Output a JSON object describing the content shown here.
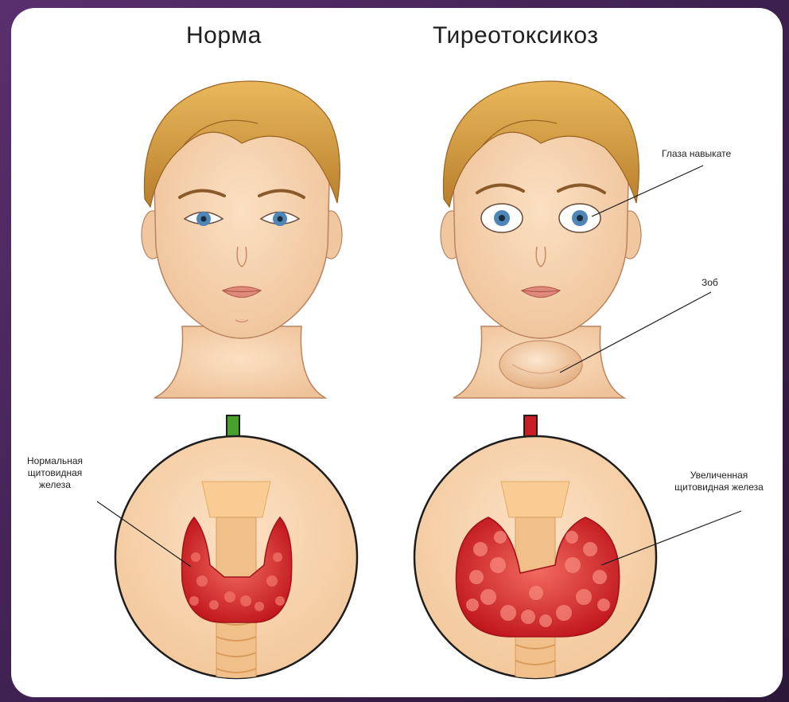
{
  "titles": {
    "normal": "Норма",
    "thyrotoxicosis": "Тиреотоксикоз"
  },
  "labels": {
    "bulging_eyes": "Глаза навыкате",
    "goiter": "Зоб",
    "normal_gland_line1": "Нормальная",
    "normal_gland_line2": "щитовидная",
    "normal_gland_line3": "железа",
    "enlarged_gland_line1": "Увеличенная",
    "enlarged_gland_line2": "щитовидная железа"
  },
  "colors": {
    "background": "#4a2860",
    "skin": "#f6d3ae",
    "hair": "#d8a24a",
    "gland": "#d9272e",
    "arrow_normal": "#4aa02c",
    "arrow_disease": "#c81e24",
    "circle_fill": "#f7d3ab"
  }
}
